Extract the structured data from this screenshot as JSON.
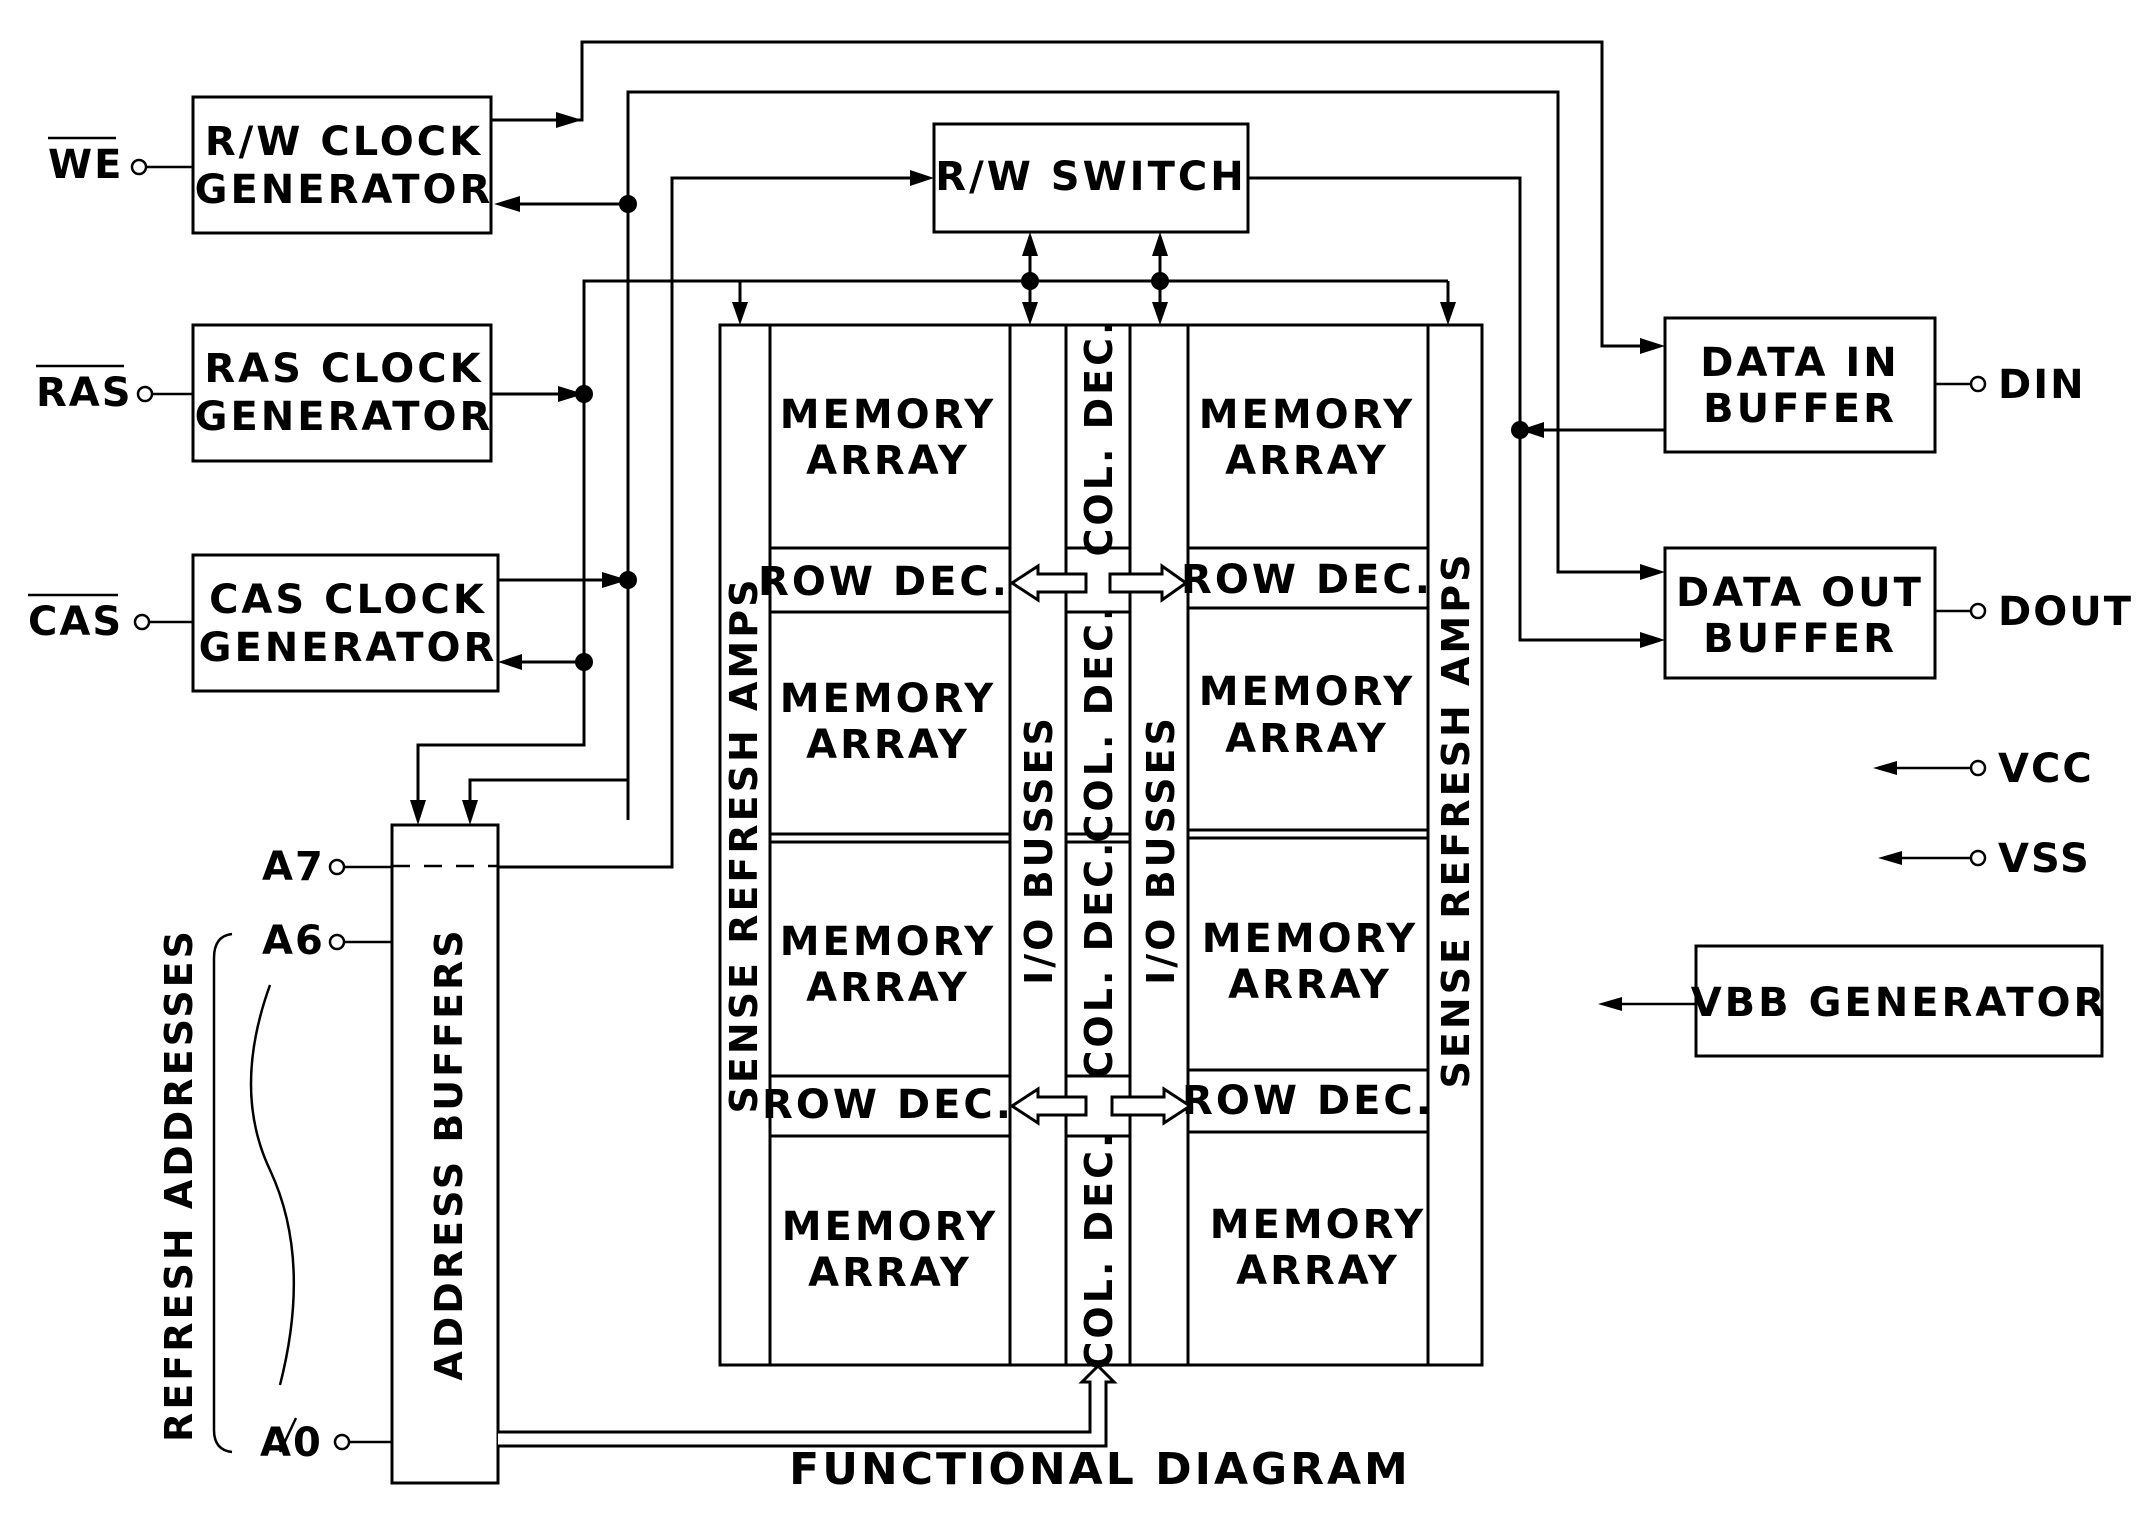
{
  "pins": {
    "we": "WE",
    "ras": "RAS",
    "cas": "CAS",
    "a7": "A7",
    "a6": "A6",
    "a0": "A0",
    "din": "DIN",
    "dout": "DOUT",
    "vcc": "VCC",
    "vss": "VSS"
  },
  "blocks": {
    "rw_clock_1": "R/W CLOCK",
    "rw_clock_2": "GENERATOR",
    "ras_clock_1": "RAS CLOCK",
    "ras_clock_2": "GENERATOR",
    "cas_clock_1": "CAS CLOCK",
    "cas_clock_2": "GENERATOR",
    "rw_switch": "R/W SWITCH",
    "data_in_1": "DATA IN",
    "data_in_2": "BUFFER",
    "data_out_1": "DATA OUT",
    "data_out_2": "BUFFER",
    "vbb_generator": "VBB GENERATOR",
    "address_buffers": "ADDRESS BUFFERS",
    "refresh_addresses": "REFRESH ADDRESSES"
  },
  "array": {
    "memory_1": "MEMORY",
    "memory_2": "ARRAY",
    "row_dec": "ROW DEC.",
    "col_dec": "COL. DEC.",
    "io_busses": "I/O BUSSES",
    "sense_amps": "SENSE REFRESH AMPS"
  },
  "caption": "FUNCTIONAL DIAGRAM"
}
